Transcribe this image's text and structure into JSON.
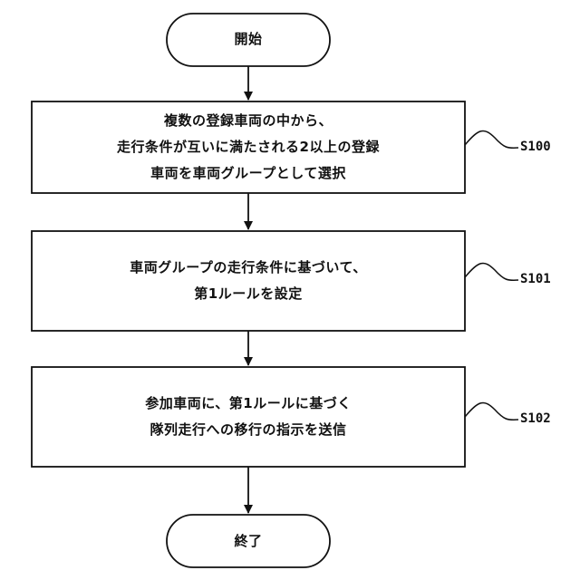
{
  "start": {
    "label": "開始"
  },
  "end": {
    "label": "終了"
  },
  "steps": [
    {
      "id": "S100",
      "lines": [
        "複数の登録車両の中から、",
        "走行条件が互いに満たされる2以上の登録",
        "車両を車両グループとして選択"
      ]
    },
    {
      "id": "S101",
      "lines": [
        "車両グループの走行条件に基づいて、",
        "第1ルールを設定"
      ]
    },
    {
      "id": "S102",
      "lines": [
        "参加車両に、第1ルールに基づく",
        "隊列走行への移行の指示を送信"
      ]
    }
  ]
}
